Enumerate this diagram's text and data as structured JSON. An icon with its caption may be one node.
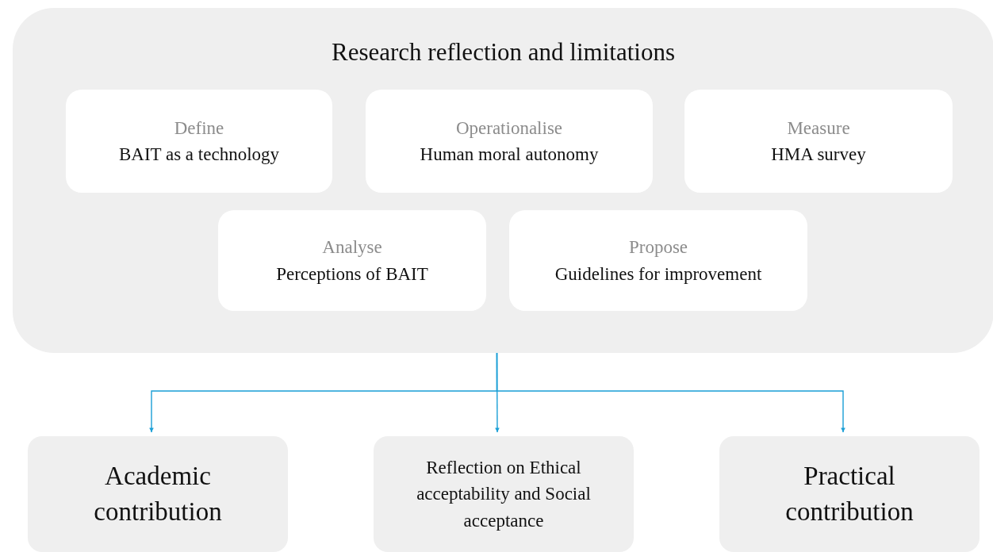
{
  "diagram": {
    "nodes": [
      {
        "text": [
          "Research reflection and limitations"
        ]
      },
      {
        "text": [
          "Define",
          "BAIT as a technology"
        ],
        "in": 0
      },
      {
        "text": [
          "Operationalise",
          "Human moral autonomy"
        ],
        "in": 0
      },
      {
        "text": [
          "Measure",
          "HMA survey"
        ],
        "in": 0
      },
      {
        "text": [
          "Analyse",
          "Perceptions of BAIT"
        ],
        "in": 0
      },
      {
        "text": [
          "Propose",
          "Guidelines for improvement"
        ],
        "in": 0
      },
      {
        "text": [
          "Academic contribution"
        ]
      },
      {
        "text": [
          "Reflection on Ethical acceptability and Social acceptance"
        ]
      },
      {
        "text": [
          "Practical contribution"
        ]
      }
    ],
    "edges": [
      {
        "from": 0,
        "to": 6,
        "arrow": "to"
      },
      {
        "from": 0,
        "to": 7,
        "arrow": "to"
      },
      {
        "from": 0,
        "to": 8,
        "arrow": "to"
      }
    ]
  }
}
